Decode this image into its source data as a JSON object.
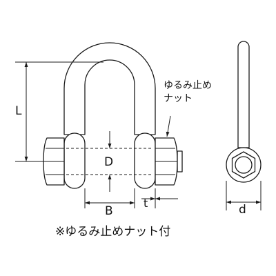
{
  "labels": {
    "L": "L",
    "D": "D",
    "B": "B",
    "t": "t",
    "d": "d",
    "nut_line1": "ゆるみ止め",
    "nut_line2": "ナット",
    "footnote": "※ゆるみ止めナット付"
  }
}
